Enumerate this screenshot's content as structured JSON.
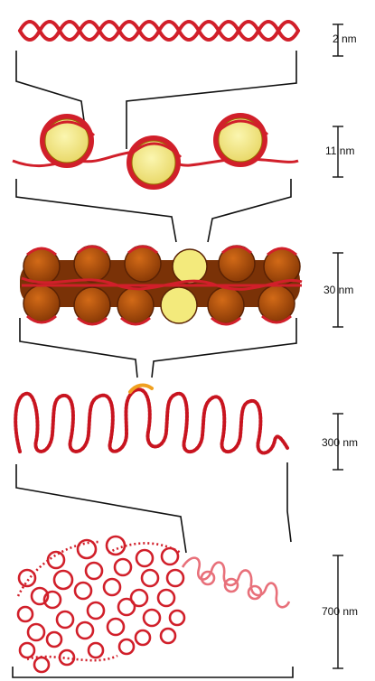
{
  "levels": [
    {
      "label": "2 nm",
      "structure": "dna-double-helix"
    },
    {
      "label": "11 nm",
      "structure": "nucleosome-beads-on-string"
    },
    {
      "label": "30 nm",
      "structure": "chromatin-fiber"
    },
    {
      "label": "300 nm",
      "structure": "looped-domains"
    },
    {
      "label": "700 nm",
      "structure": "condensed-chromosome-section"
    }
  ],
  "colors": {
    "dna": "#d11f2a",
    "histone_core": "#f3ea7c",
    "fiber_body": "#b4520f",
    "fiber_edge": "#6b2a05",
    "highlight": "#f0a020",
    "line": "#111111"
  },
  "icons": [
    "scale-bar-icon"
  ]
}
